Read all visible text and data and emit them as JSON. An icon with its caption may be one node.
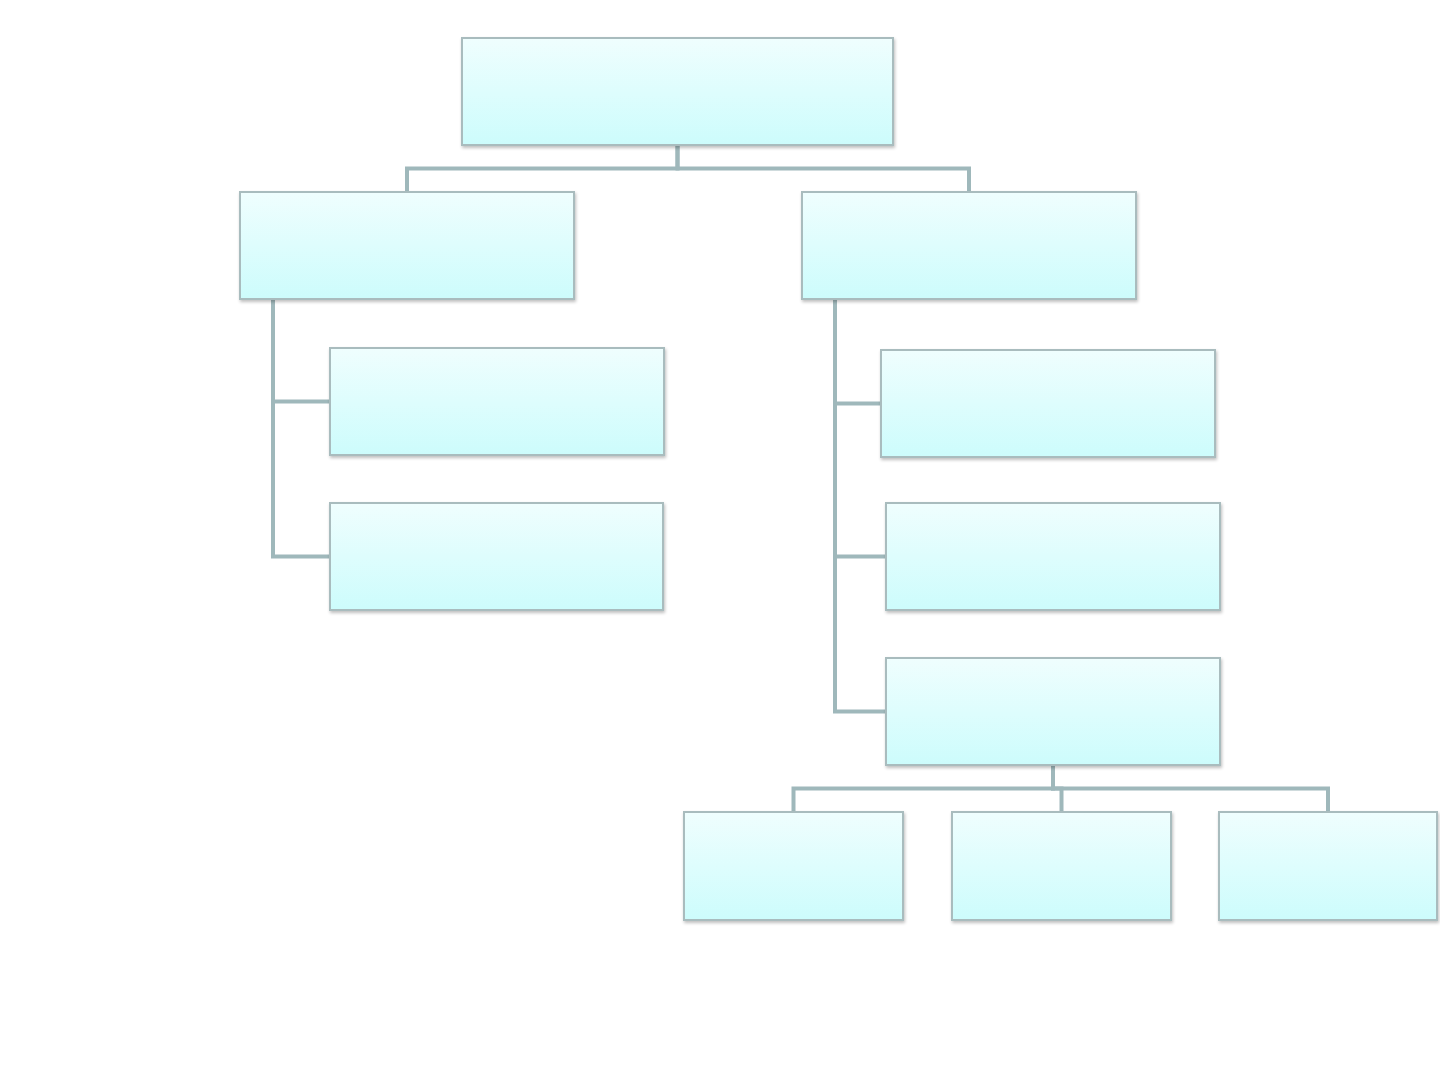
{
  "diagram": {
    "nodes": [
      {
        "text": [],
        "shape": "box"
      },
      {
        "text": [],
        "shape": "box"
      },
      {
        "text": [],
        "shape": "box"
      },
      {
        "text": [],
        "shape": "box"
      },
      {
        "text": [],
        "shape": "box"
      },
      {
        "text": [],
        "shape": "box"
      },
      {
        "text": [],
        "shape": "box"
      },
      {
        "text": [],
        "shape": "box"
      },
      {
        "text": [],
        "shape": "box"
      },
      {
        "text": [],
        "shape": "box"
      },
      {
        "text": [],
        "shape": "box"
      }
    ],
    "edges": [
      {
        "from": 0,
        "to": 1,
        "arrow": "none"
      },
      {
        "from": 0,
        "to": 2,
        "arrow": "none"
      },
      {
        "from": 1,
        "to": 3,
        "arrow": "none"
      },
      {
        "from": 1,
        "to": 5,
        "arrow": "none"
      },
      {
        "from": 2,
        "to": 4,
        "arrow": "none"
      },
      {
        "from": 2,
        "to": 6,
        "arrow": "none"
      },
      {
        "from": 2,
        "to": 7,
        "arrow": "none"
      },
      {
        "from": 7,
        "to": 8,
        "arrow": "none"
      },
      {
        "from": 7,
        "to": 9,
        "arrow": "none"
      },
      {
        "from": 7,
        "to": 10,
        "arrow": "none"
      }
    ]
  }
}
